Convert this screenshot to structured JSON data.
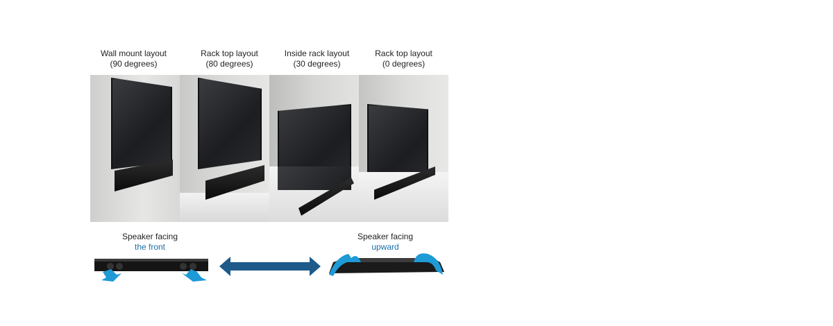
{
  "layouts": [
    {
      "title": "Wall mount layout",
      "angle": "(90 degrees)"
    },
    {
      "title": "Rack top layout",
      "angle": "(80 degrees)"
    },
    {
      "title": "Inside rack layout",
      "angle": "(30 degrees)"
    },
    {
      "title": "Rack top layout",
      "angle": "(0 degrees)"
    }
  ],
  "facing_front": {
    "line1": "Speaker facing",
    "line2": "the front"
  },
  "facing_up": {
    "line1": "Speaker facing",
    "line2": "upward"
  },
  "colors": {
    "accent": "#1a6fa8",
    "arrow": "#1e5a8a",
    "flow_arrow": "#1e9ad6"
  }
}
